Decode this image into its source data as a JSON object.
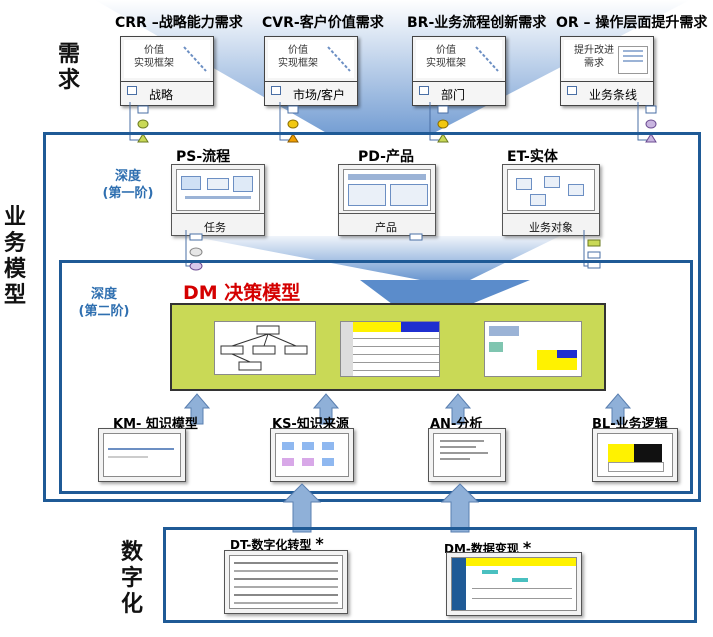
{
  "side_labels": {
    "requirements": "需求",
    "business_model": "业务模型",
    "digitalization": "数字化"
  },
  "requirements": [
    {
      "title": "CRR –战略能力需求",
      "inner": "价值\n实现框架",
      "bottom": "战略"
    },
    {
      "title": "CVR-客户价值需求",
      "inner": "价值\n实现框架",
      "bottom": "市场/客户"
    },
    {
      "title": "BR-业务流程创新需求",
      "inner": "价值\n实现框架",
      "bottom": "部门"
    },
    {
      "title": "OR – 操作层面提升需求",
      "inner": "提升改进\n需求",
      "bottom": "业务条线"
    }
  ],
  "depth1": {
    "label_line1": "深度",
    "label_line2": "(第一阶)",
    "cards": [
      {
        "title": "PS-流程",
        "bottom": "任务"
      },
      {
        "title": "PD-产品",
        "bottom": "产品"
      },
      {
        "title": "ET-实体",
        "bottom": "业务对象"
      }
    ]
  },
  "depth2": {
    "label_line1": "深度",
    "label_line2": "(第二阶)",
    "dm_title": "DM 决策模型"
  },
  "knowledge": [
    {
      "title": "KM- 知识模型"
    },
    {
      "title": "KS-知识来源"
    },
    {
      "title": "AN-分析"
    },
    {
      "title": "BL-业务逻辑"
    }
  ],
  "digital": [
    {
      "title": "DT-数字化转型",
      "star": "*"
    },
    {
      "title": "DM-数据变现",
      "star": "*"
    }
  ],
  "colors": {
    "frame": "#1f5a96",
    "dm_fill": "#c9d956",
    "dm_title": "#d40000",
    "depth_label": "#2f6fb0",
    "arrow": "#8fb0d8",
    "funnel_top": "#ffffff",
    "funnel_bottom": "#5d8fcb"
  }
}
